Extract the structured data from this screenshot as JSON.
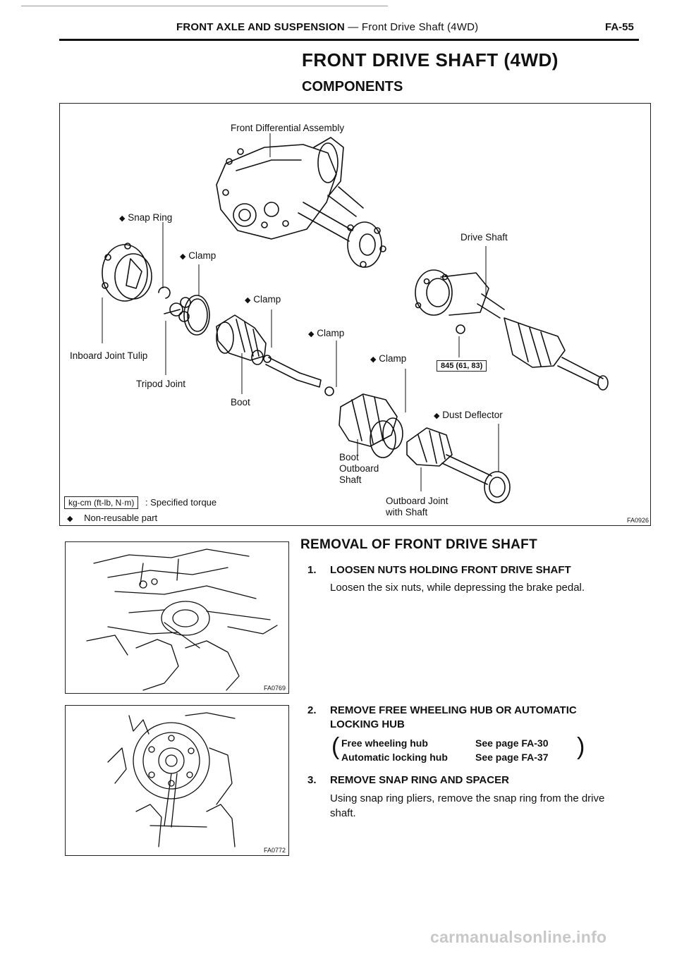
{
  "header": {
    "section": "FRONT AXLE AND SUSPENSION",
    "dash": " — ",
    "subsection": "Front Drive Shaft (4WD)",
    "page_number": "FA-55"
  },
  "title": "FRONT DRIVE SHAFT (4WD)",
  "components": {
    "heading": "COMPONENTS",
    "labels": {
      "front_differential": "Front Differential Assembly",
      "snap_ring": "Snap Ring",
      "clamp": "Clamp",
      "drive_shaft": "Drive Shaft",
      "inboard_joint_tulip": "Inboard Joint Tulip",
      "tripod_joint": "Tripod Joint",
      "boot": "Boot",
      "boot_outboard_shaft": [
        "Boot",
        "Outboard",
        "Shaft"
      ],
      "dust_deflector": "Dust Deflector",
      "outboard_joint": [
        "Outboard Joint",
        "with Shaft"
      ],
      "torque_value": "845 (61, 83)"
    },
    "legend": {
      "torque_unit": "kg-cm (ft-lb, N·m)",
      "torque_desc": ": Specified torque",
      "nonreusable_marker": "◆",
      "nonreusable_desc": "Non-reusable part"
    },
    "figure_code": "FA0926"
  },
  "removal": {
    "heading": "REMOVAL OF FRONT DRIVE SHAFT",
    "steps": [
      {
        "number": "1.",
        "title": "LOOSEN NUTS HOLDING FRONT DRIVE SHAFT",
        "body": "Loosen the six nuts, while depressing the brake pedal."
      },
      {
        "number": "2.",
        "title_lines": [
          "REMOVE FREE WHEELING HUB OR AUTOMATIC",
          "LOCKING HUB"
        ],
        "refs": [
          {
            "item": "Free wheeling hub",
            "page": "See page FA-30"
          },
          {
            "item": "Automatic locking hub",
            "page": "See page FA-37"
          }
        ]
      },
      {
        "number": "3.",
        "title": "REMOVE SNAP RING AND SPACER",
        "body_lines": [
          "Using snap ring pliers, remove the snap ring from the drive",
          "shaft."
        ]
      }
    ]
  },
  "photos": [
    {
      "code": "FA0769"
    },
    {
      "code": "FA0772"
    }
  ],
  "watermark": "carmanualsonline.info"
}
